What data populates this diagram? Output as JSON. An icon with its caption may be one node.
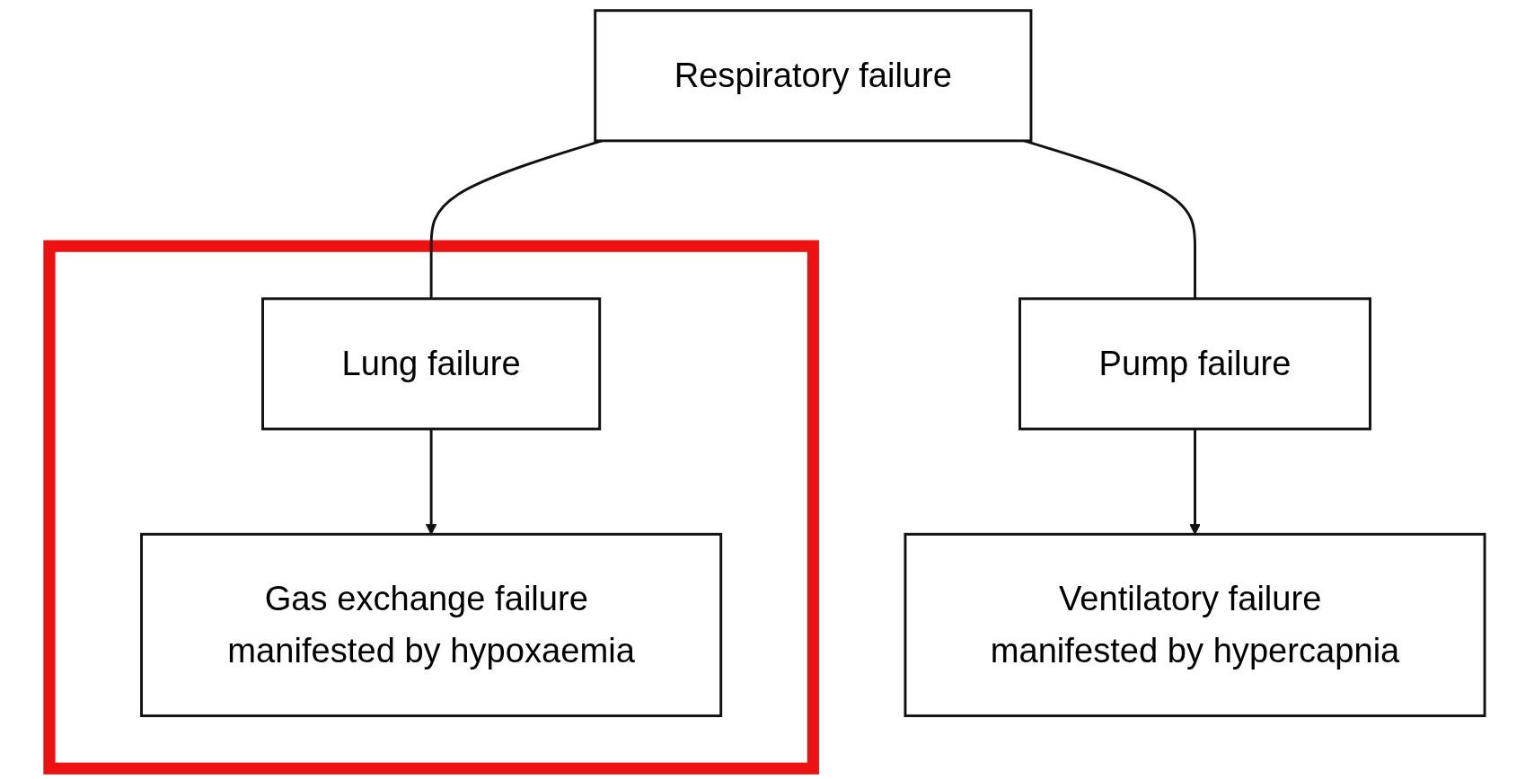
{
  "diagram": {
    "nodes": [
      {
        "text": [
          "Respiratory failure"
        ]
      },
      {
        "text": [],
        "shape": "box"
      },
      {
        "text": [
          "Lung failure"
        ],
        "in": 1
      },
      {
        "text": [
          "Gas exchange failure manifested by hypoxaemia"
        ],
        "in": 1
      },
      {
        "text": [
          "Pump failure"
        ]
      },
      {
        "text": [
          "Ventilatory failure manifested by hypercapnia"
        ]
      }
    ],
    "edges": [
      {
        "from": 0,
        "to": 2,
        "arrow": "none"
      },
      {
        "from": 0,
        "to": 4,
        "arrow": "none"
      },
      {
        "from": 2,
        "to": 3,
        "arrow": "to"
      },
      {
        "from": 4,
        "to": 5,
        "arrow": "to"
      }
    ]
  }
}
